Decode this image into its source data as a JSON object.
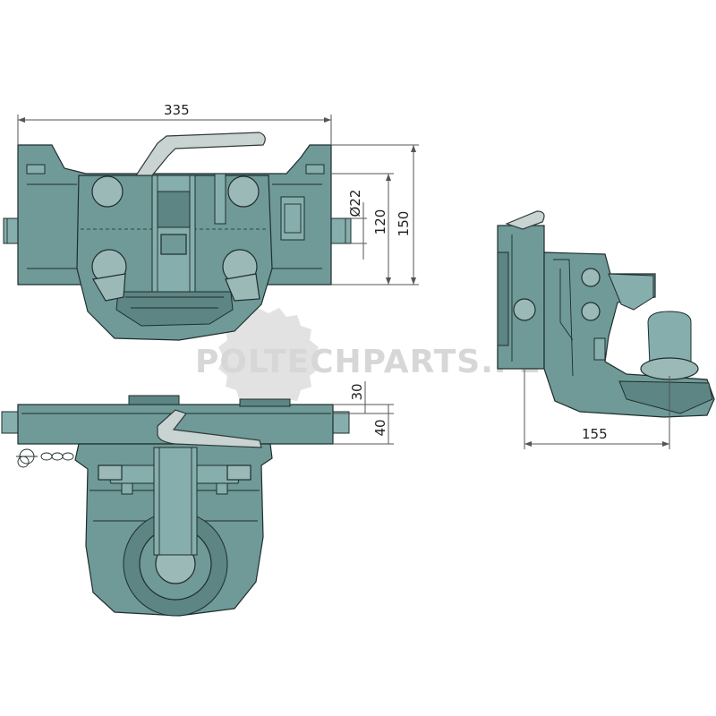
{
  "watermark": {
    "text": "POLTECHPARTS.PL"
  },
  "dimensions": {
    "width_top": "335",
    "pin_diameter": "Ø22",
    "height_inner": "120",
    "height_outer": "150",
    "depth_side": "155",
    "offset_top": "30",
    "offset_bottom": "40"
  },
  "colors": {
    "body": "#6f9a98",
    "handle": "#c9d3d2",
    "outline": "#1f2d2d",
    "watermark": "#d7d7d7"
  }
}
